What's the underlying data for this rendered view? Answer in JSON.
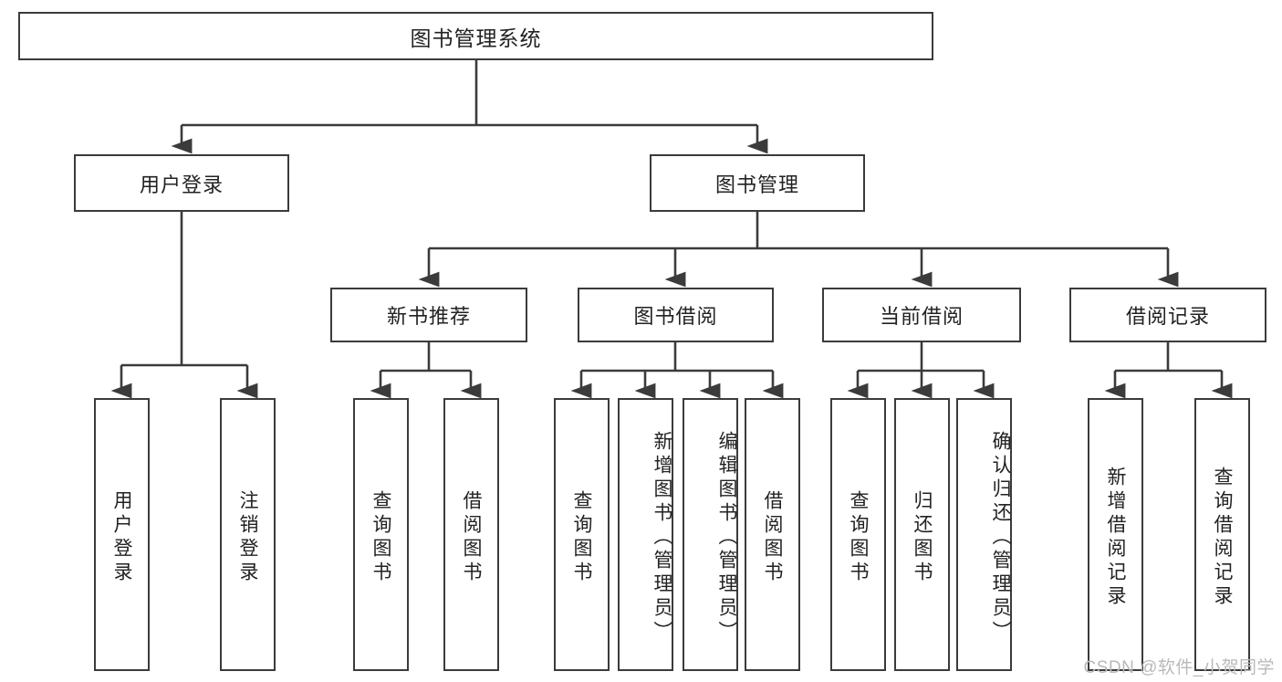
{
  "diagram": {
    "title": "图书管理系统",
    "type": "hierarchy-tree",
    "root": {
      "label": "图书管理系统"
    },
    "level2": [
      {
        "label": "用户登录"
      },
      {
        "label": "图书管理"
      }
    ],
    "level3": [
      {
        "label": "新书推荐"
      },
      {
        "label": "图书借阅"
      },
      {
        "label": "当前借阅"
      },
      {
        "label": "借阅记录"
      }
    ],
    "leaves": {
      "user_login": [
        {
          "label": "用户登录"
        },
        {
          "label": "注销登录"
        }
      ],
      "new_book_recommend": [
        {
          "label": "查询图书"
        },
        {
          "label": "借阅图书"
        }
      ],
      "book_borrow": [
        {
          "label": "查询图书"
        },
        {
          "label": "新增图书（管理员）"
        },
        {
          "label": "编辑图书（管理员）"
        },
        {
          "label": "借阅图书"
        }
      ],
      "current_borrow": [
        {
          "label": "查询图书"
        },
        {
          "label": "归还图书"
        },
        {
          "label": "确认归还（管理员）"
        }
      ],
      "borrow_record": [
        {
          "label": "新增借阅记录"
        },
        {
          "label": "查询借阅记录"
        }
      ]
    }
  },
  "watermark": {
    "text": "CSDN @软件_小贺同学"
  },
  "colors": {
    "border": "#3b3b3b",
    "text": "#222222",
    "background": "#ffffff",
    "watermark": "#b9b9b9"
  }
}
